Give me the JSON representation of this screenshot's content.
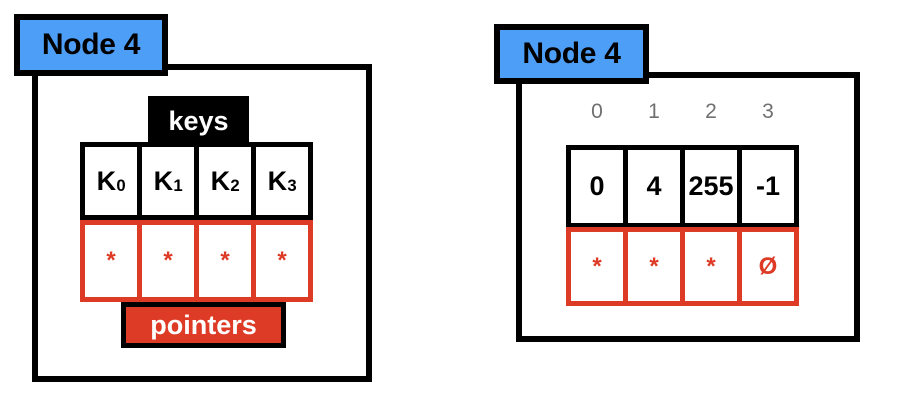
{
  "diagrams": [
    {
      "id": "abstract",
      "badge": "Node 4",
      "badge_color": "#4d9ef6",
      "keys_label": "keys",
      "pointers_label": "pointers",
      "keys": [
        "K",
        "K",
        "K",
        "K"
      ],
      "key_subscripts": [
        "0",
        "1",
        "2",
        "3"
      ],
      "pointers": [
        "*",
        "*",
        "*",
        "*"
      ],
      "pointer_color": "#dd3b26",
      "key_border_color": "#000000"
    },
    {
      "id": "concrete",
      "badge": "Node 4",
      "badge_color": "#4d9ef6",
      "indices": [
        "0",
        "1",
        "2",
        "3"
      ],
      "index_color": "#707070",
      "values": [
        "0",
        "4",
        "255",
        "-1"
      ],
      "pointers": [
        "*",
        "*",
        "*",
        "Ø"
      ],
      "pointer_color": "#dd3b26",
      "value_border_color": "#000000"
    }
  ]
}
